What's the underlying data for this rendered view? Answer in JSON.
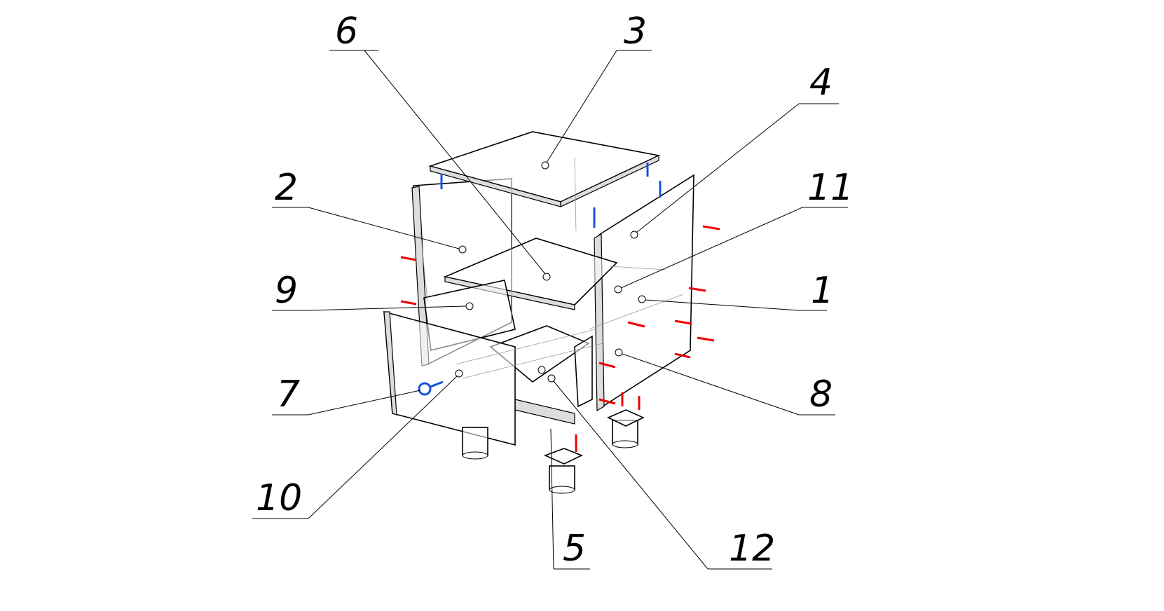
{
  "diagram": {
    "title": "Exploded assembly of a floor cabinet with drawer",
    "callouts": [
      {
        "id": "c1",
        "label": "1"
      },
      {
        "id": "c2",
        "label": "2"
      },
      {
        "id": "c3",
        "label": "3"
      },
      {
        "id": "c4",
        "label": "4"
      },
      {
        "id": "c5",
        "label": "5"
      },
      {
        "id": "c6",
        "label": "6"
      },
      {
        "id": "c7",
        "label": "7"
      },
      {
        "id": "c8",
        "label": "8"
      },
      {
        "id": "c9",
        "label": "9"
      },
      {
        "id": "c10",
        "label": "10"
      },
      {
        "id": "c11",
        "label": "11"
      },
      {
        "id": "c12",
        "label": "12"
      }
    ],
    "colors": {
      "line": "#000000",
      "confirmat": "#e00000",
      "cam": "#1550e0"
    }
  }
}
